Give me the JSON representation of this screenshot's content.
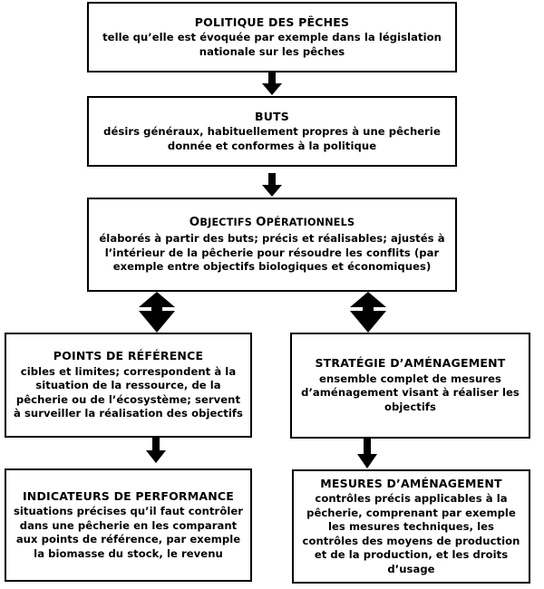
{
  "diagram": {
    "title": "Hiérarchie de la politique des pêches",
    "language": "fr",
    "colors": {
      "stroke": "#000000",
      "fill": "#ffffff",
      "text": "#000000"
    },
    "nodes": [
      {
        "id": "politique",
        "title": "POLITIQUE DES PÊCHES",
        "title_style": "allcaps",
        "body": "telle qu’elle est évoquée par exemple dans la législation nationale sur les pêches"
      },
      {
        "id": "buts",
        "title": "BUTS",
        "title_style": "allcaps",
        "body": "désirs généraux, habituellement propres à une pêcherie donnée et conformes à la politique"
      },
      {
        "id": "objectifs",
        "title": "OBJECTIFS OPÉRATIONNELS",
        "title_style": "smallcaps",
        "body": "élaborés à partir des buts; précis et réalisables; ajustés à l’intérieur de la pêcherie pour résoudre les conflits (par exemple entre objectifs biologiques et économiques)"
      },
      {
        "id": "points-reference",
        "title": "POINTS DE RÉFÉRENCE",
        "title_style": "allcaps",
        "body": "cibles et limites; correspondent à la situation de la ressource, de la pêcherie ou de l’écosystème; servent à surveiller la réalisation des objectifs"
      },
      {
        "id": "strategie-amenagement",
        "title": "STRATÉGIE D’AMÉNAGEMENT",
        "title_style": "allcaps",
        "body": "ensemble complet de mesures d’aménagement visant à réaliser les objectifs"
      },
      {
        "id": "indicateurs-performance",
        "title": "INDICATEURS DE PERFORMANCE",
        "title_style": "allcaps",
        "body": "situations précises qu’il faut contrôler dans une pêcherie en les comparant aux points de référence, par exemple la biomasse du stock, le revenu"
      },
      {
        "id": "mesures-amenagement",
        "title": "MESURES D’AMÉNAGEMENT",
        "title_style": "allcaps",
        "body": "contrôles précis applicables à la pêcherie, comprenant par exemple les mesures techniques, les contrôles des moyens de production et de la production, et les droits d’usage"
      }
    ],
    "connectors": [
      {
        "id": "politique-to-buts",
        "from": "politique",
        "to": "buts",
        "kind": "arrow-down"
      },
      {
        "id": "buts-to-objectifs",
        "from": "buts",
        "to": "objectifs",
        "kind": "arrow-down"
      },
      {
        "id": "objectifs-to-points-reference",
        "from": "objectifs",
        "to": "points-reference",
        "kind": "arrow-double-vertical"
      },
      {
        "id": "objectifs-to-strategie",
        "from": "objectifs",
        "to": "strategie-amenagement",
        "kind": "arrow-double-vertical"
      },
      {
        "id": "points-reference-to-indicateurs",
        "from": "points-reference",
        "to": "indicateurs-performance",
        "kind": "arrow-down"
      },
      {
        "id": "strategie-to-mesures",
        "from": "strategie-amenagement",
        "to": "mesures-amenagement",
        "kind": "arrow-down"
      }
    ]
  }
}
